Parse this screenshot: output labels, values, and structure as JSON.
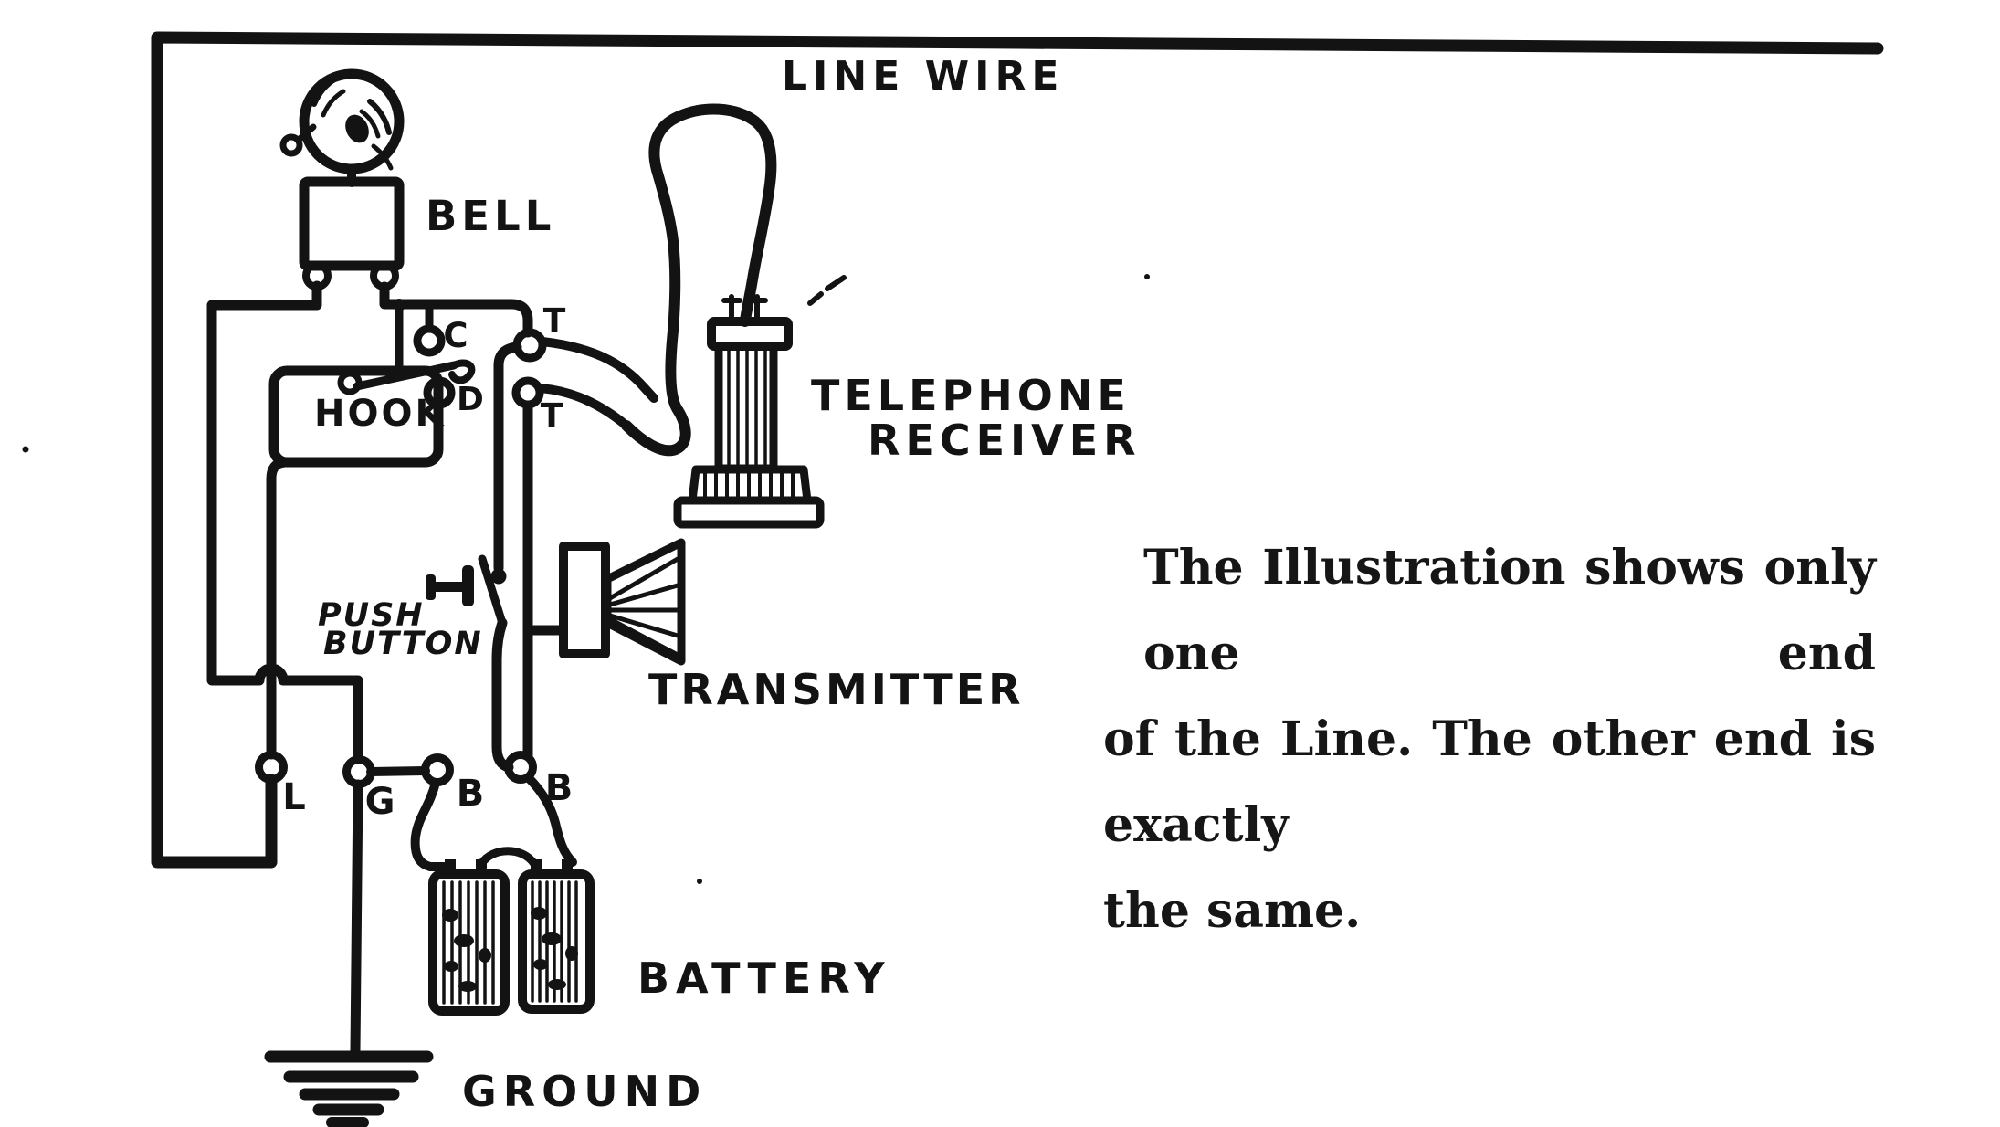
{
  "figure": {
    "type": "telephone-line-circuit-diagram",
    "labels": {
      "line_wire": "LINE WIRE",
      "bell": "BELL",
      "hook": "HOOK",
      "telephone_receiver_line1": "TELEPHONE",
      "telephone_receiver_line2": "RECEIVER",
      "push_button_line1": "PUSH",
      "push_button_line2": "BUTTON",
      "transmitter": "TRANSMITTER",
      "battery": "BATTERY",
      "ground": "GROUND"
    },
    "terminals": {
      "c": "C",
      "d": "D",
      "t_upper": "T",
      "t_lower": "T",
      "l": "L",
      "g": "G",
      "b1": "B",
      "b2": "B"
    },
    "caption": {
      "line1": "The Illustration shows only one end",
      "line2": "of the Line.  The other end is exactly",
      "line3": "the same.",
      "full_text": "The Illustration shows only one end of the Line. The other end is exactly the same."
    },
    "colors": {
      "ink": "#131313",
      "paper": "#ffffff"
    }
  }
}
